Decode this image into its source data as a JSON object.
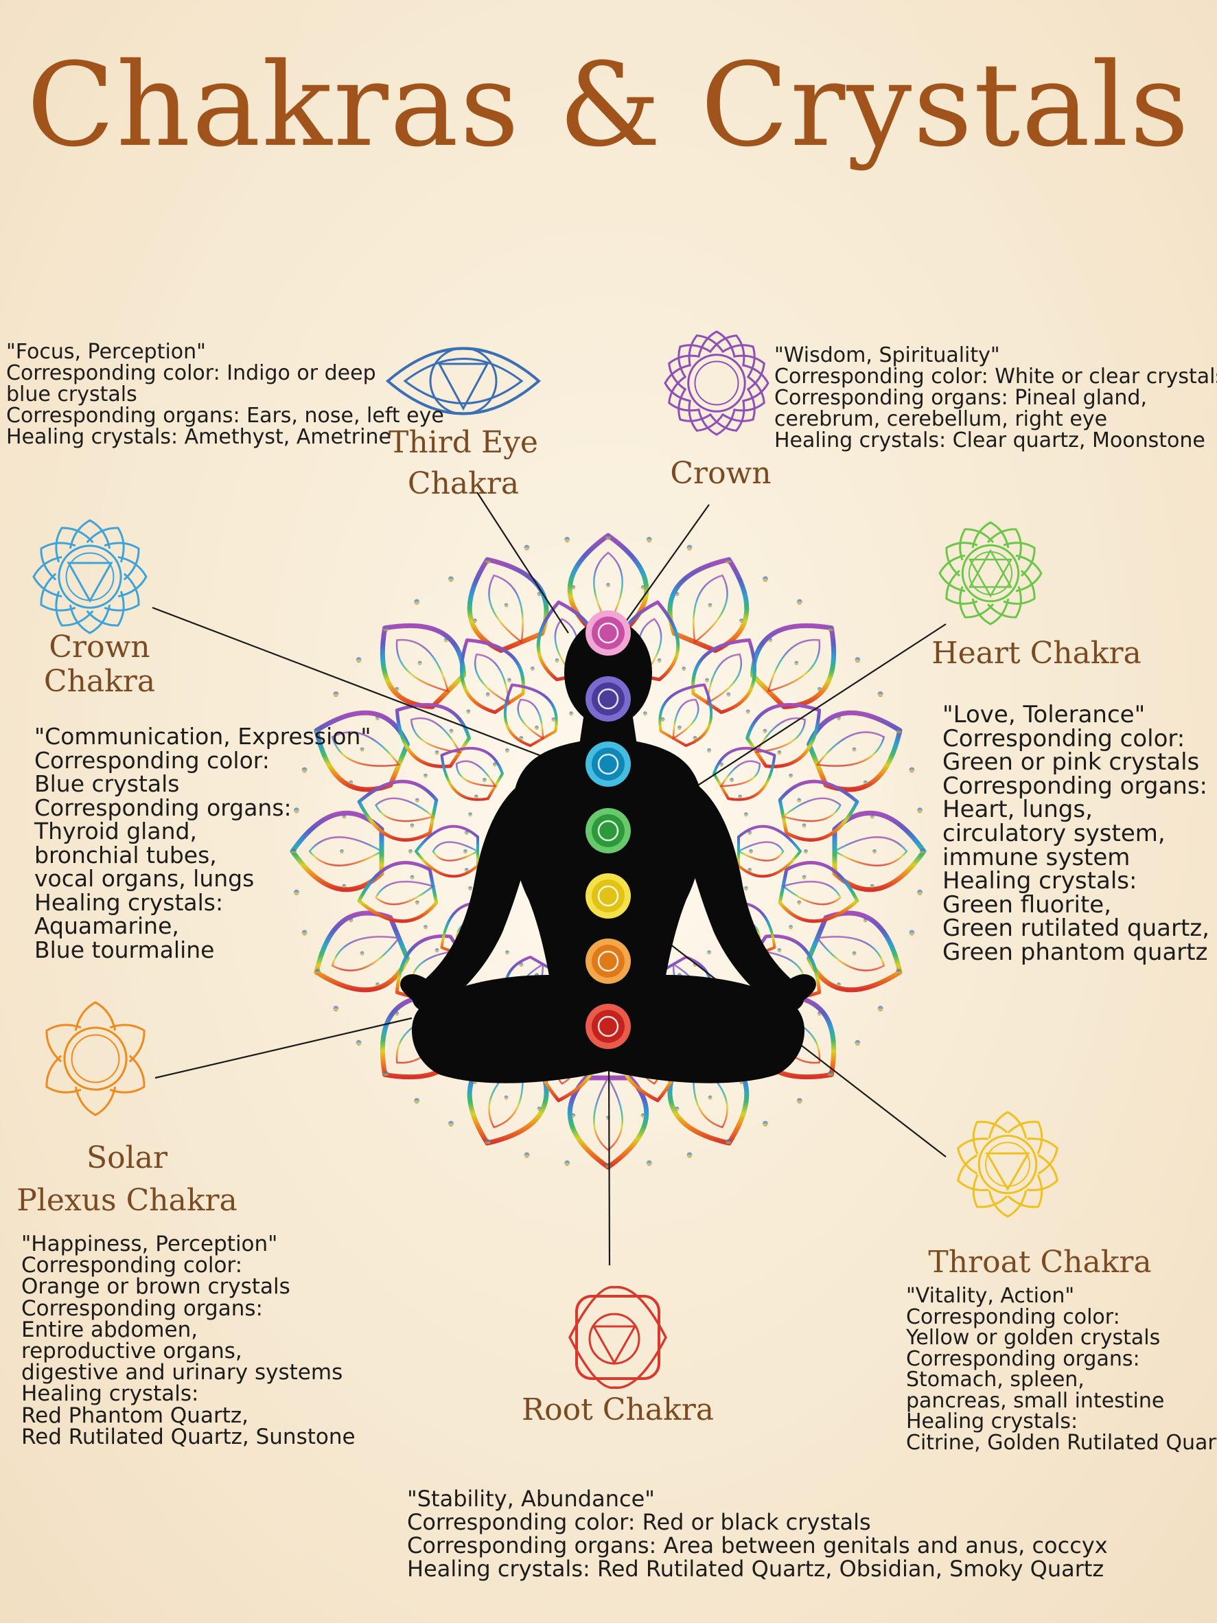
{
  "title": "Chakras & Crystals",
  "colors": {
    "title": "#a0531a",
    "label": "#7a4a22",
    "crown": "#8e4fb6",
    "third_eye": "#3b6fb3",
    "throat_blue": "#3fa3d8",
    "heart": "#6cc64a",
    "yellow": "#f0c020",
    "orange": "#ef8a1e",
    "root": "#d9382c"
  },
  "chakras": {
    "third_eye": {
      "icon": "eye-mandala-icon",
      "label_lines": [
        "Third Eye",
        "Chakra"
      ],
      "lines": [
        "\"Focus, Perception\"",
        "Corresponding color: Indigo or deep",
        "blue crystals",
        "Corresponding organs: Ears, nose, left eye",
        "Healing crystals: Amethyst, Ametrine"
      ]
    },
    "crown": {
      "icon": "om-lotus-icon",
      "label_lines": [
        "Crown"
      ],
      "lines": [
        "\"Wisdom, Spirituality\"",
        "Corresponding color: White or clear crystals",
        "Corresponding organs: Pineal gland,",
        "cerebrum, cerebellum, right eye",
        "Healing crystals: Clear quartz, Moonstone"
      ]
    },
    "crown_left": {
      "icon": "blue-lotus-icon",
      "label_lines": [
        "Crown",
        "Chakra"
      ],
      "lines": [
        "\"Communication, Expression\"",
        "Corresponding color:",
        "Blue crystals",
        "Corresponding organs:",
        "Thyroid gland,",
        "bronchial tubes,",
        "vocal organs, lungs",
        "Healing crystals:",
        "Aquamarine,",
        "Blue tourmaline"
      ]
    },
    "heart": {
      "icon": "green-lotus-icon",
      "label_lines": [
        "Heart Chakra"
      ],
      "lines": [
        "\"Love, Tolerance\"",
        "Corresponding color:",
        "Green or pink crystals",
        "Corresponding organs:",
        "Heart, lungs,",
        "circulatory system,",
        "immune system",
        "Healing crystals:",
        "Green fluorite,",
        "Green rutilated quartz,",
        "Green phantom quartz"
      ]
    },
    "solar": {
      "icon": "orange-lotus-icon",
      "label_lines": [
        "Solar",
        "Plexus Chakra"
      ],
      "lines": [
        "\"Happiness, Perception\"",
        "Corresponding color:",
        "Orange or brown crystals",
        "Corresponding organs:",
        "Entire abdomen,",
        "reproductive organs,",
        "digestive and urinary systems",
        "Healing crystals:",
        "Red Phantom Quartz,",
        "Red Rutilated Quartz, Sunstone"
      ]
    },
    "throat": {
      "icon": "yellow-lotus-icon",
      "label_lines": [
        "Throat Chakra"
      ],
      "lines": [
        "\"Vitality, Action\"",
        "Corresponding color:",
        "Yellow or golden crystals",
        "Corresponding organs:",
        "Stomach, spleen,",
        "pancreas, small intestine",
        "Healing crystals:",
        "Citrine, Golden Rutilated Quartz"
      ]
    },
    "root": {
      "icon": "root-lotus-icon",
      "label_lines": [
        "Root Chakra"
      ],
      "lines": [
        "\"Stability, Abundance\"",
        "Corresponding color: Red or black crystals",
        "Corresponding organs: Area between genitals and anus, coccyx",
        "Healing crystals: Red Rutilated Quartz, Obsidian, Smoky Quartz"
      ]
    }
  }
}
